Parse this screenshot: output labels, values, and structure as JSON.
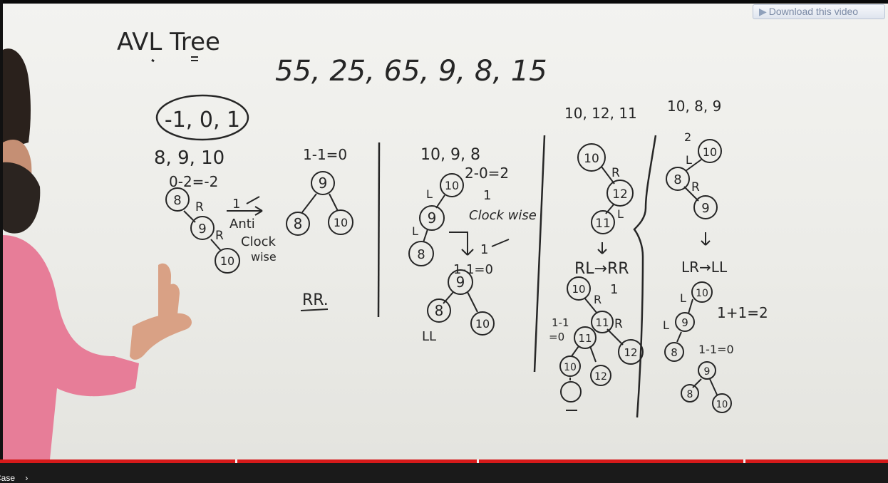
{
  "video": {
    "download_button_label": "Download this video",
    "progress_fraction": 1.0,
    "chapter_label": "Case"
  },
  "board": {
    "title": "AVL Tree",
    "sequence": "55, 25, 65, 9, 8, 15",
    "balance_set": "-1, 0, 1",
    "rr_case": {
      "input": "8, 9, 10",
      "balance_calc": "0-2=-2",
      "edge_labels": [
        "R",
        "R"
      ],
      "rotation_note": [
        "1",
        "Anti",
        "Clock",
        "wise"
      ],
      "result_balance": "1-1=0",
      "nodes": [
        "8",
        "9",
        "10"
      ],
      "result_nodes": [
        "9",
        "8",
        "10"
      ],
      "case_name": "RR."
    },
    "ll_case": {
      "input": "10, 9, 8",
      "balance_calc": "2-0=2",
      "edge_labels": [
        "L",
        "L"
      ],
      "rotation_note": [
        "1",
        "Clock wise"
      ],
      "step_note": "1",
      "result_balance": "1-1=0",
      "nodes": [
        "10",
        "9",
        "8"
      ],
      "result_nodes": [
        "9",
        "8",
        "10"
      ],
      "case_name": "LL"
    },
    "rl_case": {
      "input": "10, 12, 11",
      "edge_labels": [
        "R",
        "L",
        "R"
      ],
      "transform": "RL→RR",
      "step_note": "1",
      "nodes": [
        "10",
        "12",
        "11"
      ],
      "mid_nodes": [
        "10",
        "11",
        "12"
      ],
      "side_note": [
        "1-1",
        "=0"
      ],
      "result_nodes": [
        "11",
        "10",
        "12"
      ]
    },
    "lr_case": {
      "input": "10, 8, 9",
      "balance_mark": "2",
      "edge_labels": [
        "L",
        "R",
        "L",
        "L"
      ],
      "transform": "LR→LL",
      "balance_calc": "1+1=2",
      "result_balance": "1-1=0",
      "nodes": [
        "10",
        "8",
        "9"
      ],
      "mid_nodes": [
        "10",
        "9",
        "8"
      ],
      "result_nodes": [
        "9",
        "8",
        "10"
      ]
    }
  }
}
